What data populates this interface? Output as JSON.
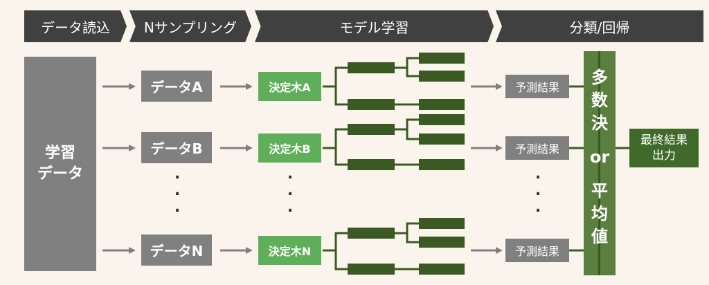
{
  "header": {
    "steps": [
      "データ読込",
      "Nサンプリング",
      "モデル学習",
      "分類/回帰"
    ]
  },
  "training_data": {
    "line1": "学習",
    "line2": "データ"
  },
  "samples": [
    "データA",
    "データB",
    "データN"
  ],
  "trees": [
    "決定木A",
    "決定木B",
    "決定木N"
  ],
  "predictions": [
    "予測結果",
    "予測結果",
    "予測結果"
  ],
  "dots": ".\n.\n.",
  "aggregation": {
    "line1": "多",
    "line2": "数",
    "line3": "決",
    "or": "or",
    "line4": "平",
    "line5": "均",
    "line6": "値"
  },
  "final": {
    "line1": "最終結果",
    "line2": "出力"
  },
  "colors": {
    "background": "#fbf4ed",
    "header": "#404040",
    "gray_box": "#808080",
    "tree_box": "#5faf5a",
    "leaf": "#3b5a23",
    "vote_bar": "#5b7f3f",
    "final_box": "#3f6a2a",
    "arrow": "#808080"
  }
}
